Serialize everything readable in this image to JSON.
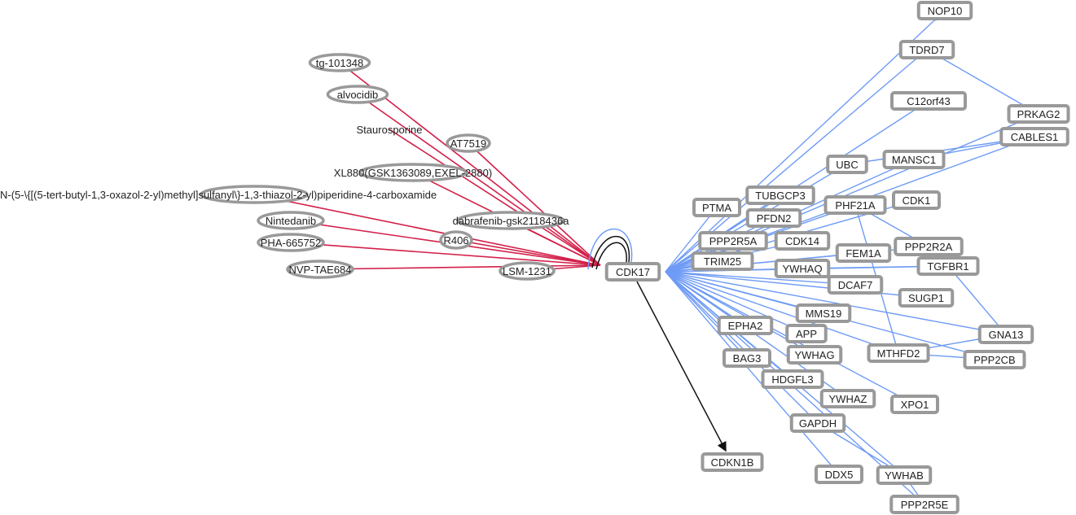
{
  "center": {
    "id": "CDK17",
    "label": "CDK17"
  },
  "colors": {
    "drug_edge": "#d3204a",
    "protein_edge": "#6e9bf5",
    "regulation_edge": "#111111",
    "node_border": "#999999"
  },
  "drugs": [
    {
      "id": "d1",
      "label": "tg-101348"
    },
    {
      "id": "d2",
      "label": "alvocidib"
    },
    {
      "id": "d3",
      "label": "Staurosporine"
    },
    {
      "id": "d4",
      "label": "AT7519"
    },
    {
      "id": "d5",
      "label": "XL880(GSK1363089,EXEL-2880)"
    },
    {
      "id": "d6",
      "label": "N-(5-\\{[(5-tert-butyl-1,3-oxazol-2-yl)methyl]sulfanyl\\}-1,3-thiazol-2-yl)piperidine-4-carboxamide"
    },
    {
      "id": "d7",
      "label": "Nintedanib"
    },
    {
      "id": "d8",
      "label": "PHA-665752"
    },
    {
      "id": "d9",
      "label": "NVP-TAE684"
    },
    {
      "id": "d10",
      "label": "LSM-1231"
    },
    {
      "id": "d11",
      "label": "R406"
    },
    {
      "id": "d12",
      "label": "dabrafenib-gsk2118436a"
    }
  ],
  "proteins": [
    {
      "id": "p1",
      "label": "NOP10"
    },
    {
      "id": "p2",
      "label": "TDRD7"
    },
    {
      "id": "p3",
      "label": "C12orf43"
    },
    {
      "id": "p4",
      "label": "PRKAG2"
    },
    {
      "id": "p5",
      "label": "CABLES1"
    },
    {
      "id": "p6",
      "label": "UBC"
    },
    {
      "id": "p7",
      "label": "MANSC1"
    },
    {
      "id": "p8",
      "label": "CDK1"
    },
    {
      "id": "p9",
      "label": "PHF21A"
    },
    {
      "id": "p10",
      "label": "TUBGCP3"
    },
    {
      "id": "p11",
      "label": "PTMA"
    },
    {
      "id": "p12",
      "label": "PPP2R5A"
    },
    {
      "id": "p13",
      "label": "CDK14"
    },
    {
      "id": "p14",
      "label": "PFDN2"
    },
    {
      "id": "p15",
      "label": "FEM1A"
    },
    {
      "id": "p16",
      "label": "PPP2R2A"
    },
    {
      "id": "p17",
      "label": "TRIM25"
    },
    {
      "id": "p18",
      "label": "DCAF7"
    },
    {
      "id": "p19",
      "label": "YWHAQ"
    },
    {
      "id": "p20",
      "label": "TGFBR1"
    },
    {
      "id": "p21",
      "label": "SUGP1"
    },
    {
      "id": "p22",
      "label": "MMS19"
    },
    {
      "id": "p23",
      "label": "YWHAG"
    },
    {
      "id": "p24",
      "label": "APP"
    },
    {
      "id": "p25",
      "label": "EPHA2"
    },
    {
      "id": "p26",
      "label": "GNA13"
    },
    {
      "id": "p27",
      "label": "MTHFD2"
    },
    {
      "id": "p28",
      "label": "PPP2CB"
    },
    {
      "id": "p29",
      "label": "BAG3"
    },
    {
      "id": "p30",
      "label": "HDGFL3"
    },
    {
      "id": "p31",
      "label": "YWHAZ"
    },
    {
      "id": "p32",
      "label": "XPO1"
    },
    {
      "id": "p33",
      "label": "GAPDH"
    },
    {
      "id": "p34",
      "label": "CDKN1B"
    },
    {
      "id": "p35",
      "label": "DDX5"
    },
    {
      "id": "p36",
      "label": "YWHAB"
    },
    {
      "id": "p37",
      "label": "PPP2R5E"
    }
  ],
  "extra_edges": [
    [
      "p2",
      "p4"
    ],
    [
      "p6",
      "p5"
    ],
    [
      "p7",
      "p5"
    ],
    [
      "p9",
      "p27"
    ],
    [
      "p9",
      "p16"
    ],
    [
      "p20",
      "p26"
    ],
    [
      "p27",
      "p28"
    ],
    [
      "p27",
      "p26"
    ],
    [
      "p33",
      "p36"
    ],
    [
      "p36",
      "p37"
    ],
    [
      "p19",
      "p20"
    ]
  ]
}
